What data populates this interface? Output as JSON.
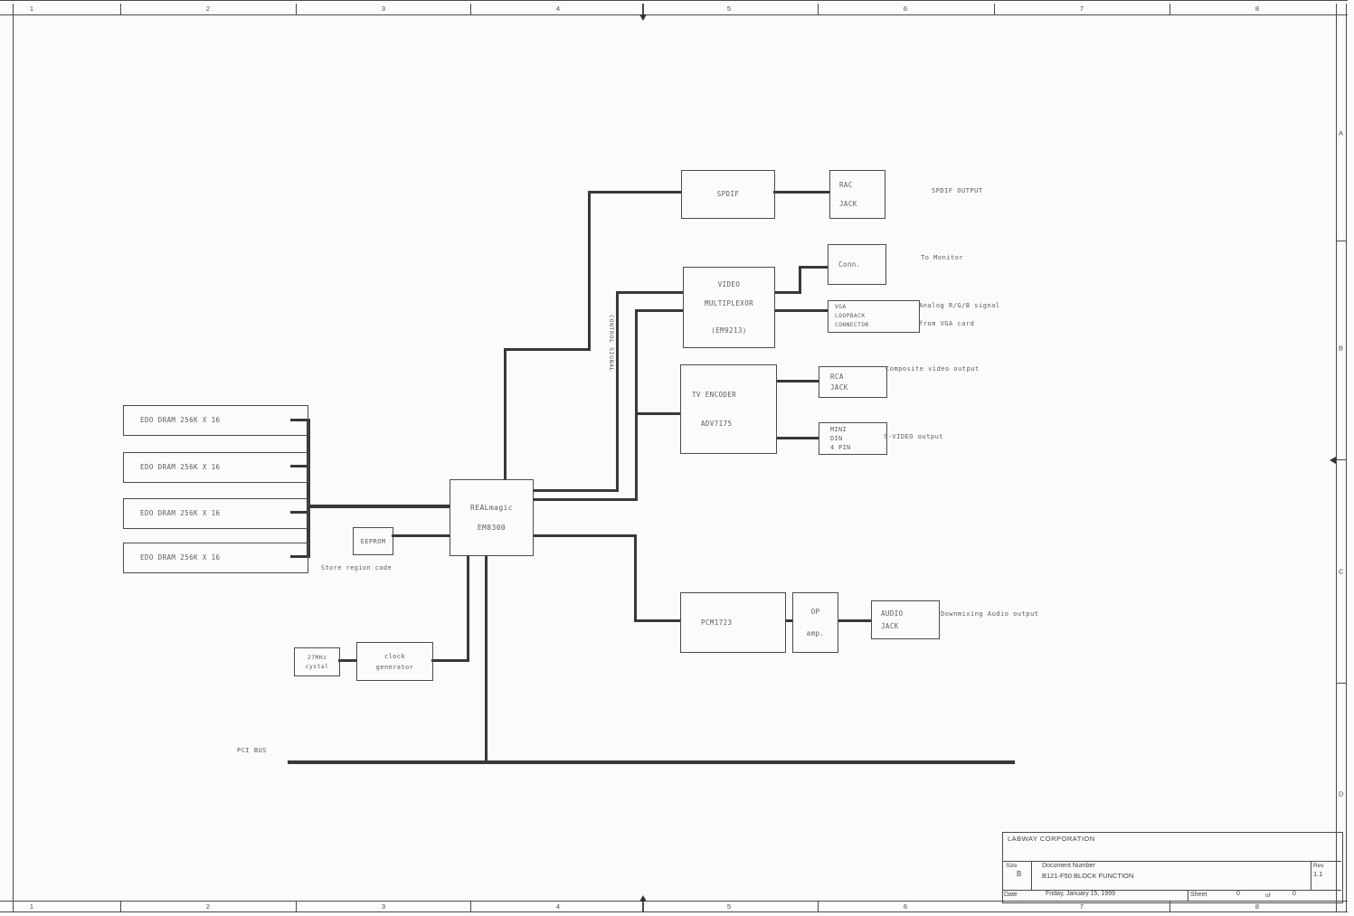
{
  "blocks": {
    "dram1": {
      "label": "EDO DRAM 256K X 16"
    },
    "dram2": {
      "label": "EDO DRAM 256K X 16"
    },
    "dram3": {
      "label": "EDO DRAM 256K X 16"
    },
    "dram4": {
      "label": "EDO DRAM 256K X 16"
    },
    "eeprom": {
      "label": "EEPROM"
    },
    "realmagic": {
      "line1": "REALmagic",
      "line2": "EM8300"
    },
    "crystal": {
      "line1": "27MHz",
      "line2": "cystal"
    },
    "clockgen": {
      "line1": "clock",
      "line2": "generator"
    },
    "spdif": {
      "label": "SPDIF"
    },
    "rac_jack": {
      "line1": "RAC",
      "line2": "JACK"
    },
    "video_mux": {
      "line1": "VIDEO",
      "line2": "MULTIPLEXOR",
      "line3": "(EM9213)"
    },
    "conn": {
      "label": "Conn."
    },
    "vga_loopback": {
      "line1": "VGA",
      "line2": "LOOPBACK",
      "line3": "CONNECTOR"
    },
    "tv_encoder": {
      "line1": "TV ENCODER",
      "line2": "ADV7175"
    },
    "rca_jack": {
      "line1": "RCA",
      "line2": "JACK"
    },
    "mini_din": {
      "line1": "MINI",
      "line2": "DIN",
      "line3": "4 PIN"
    },
    "pcm1723": {
      "label": "PCM1723"
    },
    "op_amp": {
      "line1": "OP",
      "line2": "amp."
    },
    "audio_jack": {
      "line1": "AUDIO",
      "line2": "JACK"
    }
  },
  "annotations": {
    "spdif_output": "SPDIF OUTPUT",
    "to_monitor": "To Monitor",
    "analog_rgb_1": "Analog R/G/B signal",
    "analog_rgb_2": "from VGA card",
    "composite": "Composite video output",
    "svideo": "S-VIDEO output",
    "downmix": "Downmixing Audio output",
    "store_region": "Store region code",
    "control_signal": "CONTROL SIGNAL",
    "pci_bus": "PCI BUS"
  },
  "border": {
    "cols": [
      "1",
      "2",
      "3",
      "4",
      "5",
      "6",
      "7",
      "8"
    ],
    "rows": [
      "A",
      "B",
      "C",
      "D"
    ]
  },
  "title_block": {
    "company": "LABWAY CORPORATION",
    "size_label": "Size",
    "size": "B",
    "doc_label": "Document Number",
    "doc_number": "B121-F50 BLOCK FUNCTION",
    "rev_label": "Rev",
    "rev": "1.1",
    "date_label": "Date",
    "date": "Friday, January 15, 1999",
    "sheet_label": "Sheet",
    "sheet_num": "0",
    "of_label": "of",
    "sheet_total": "0"
  },
  "colors": {
    "line": "#3a3a3a",
    "text": "#5a5a5a",
    "paper": "#fbfbf9"
  }
}
